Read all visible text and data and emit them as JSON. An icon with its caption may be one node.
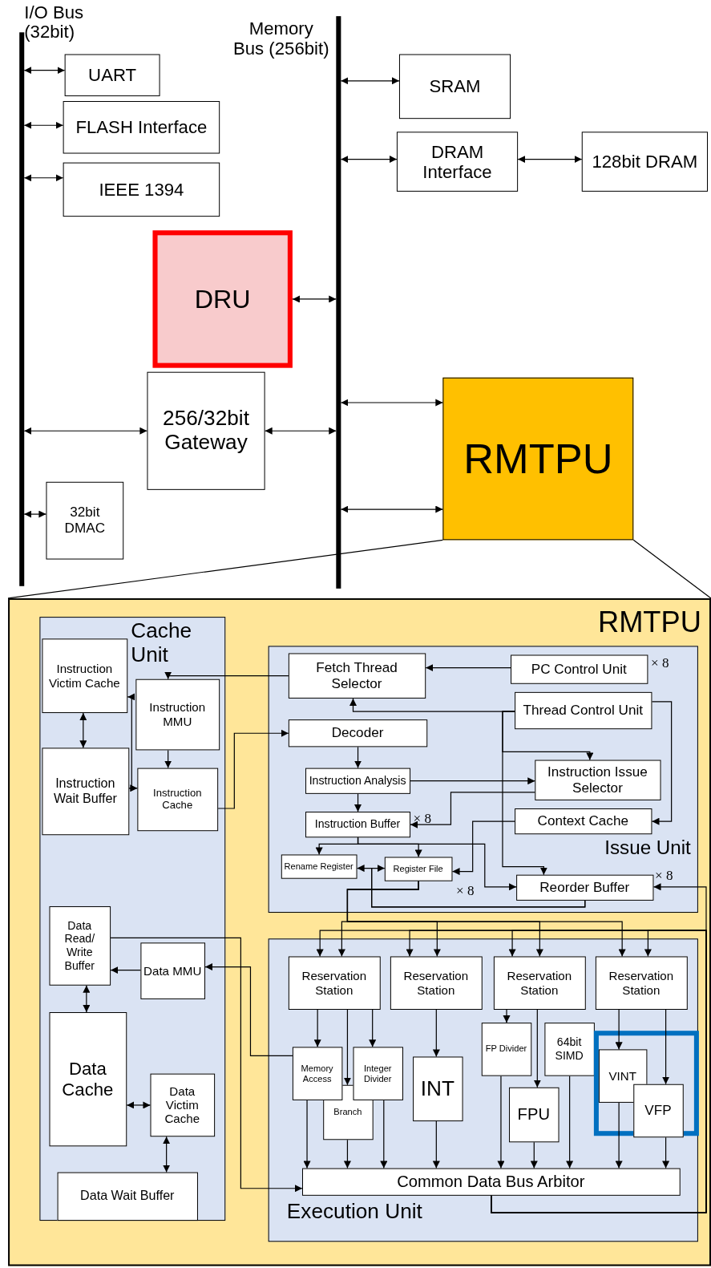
{
  "diagram": {
    "nodes": [
      {
        "text": [
          "I/O Bus (32bit)"
        ]
      },
      {
        "text": [
          "Memory Bus (256bit)"
        ]
      },
      {
        "text": [
          "UART"
        ]
      },
      {
        "text": [
          "FLASH Interface"
        ]
      },
      {
        "text": [
          "IEEE 1394"
        ]
      },
      {
        "text": [
          "DRU"
        ]
      },
      {
        "text": [
          "256/32bit Gateway"
        ]
      },
      {
        "text": [
          "32bit DMAC"
        ]
      },
      {
        "text": [
          "SRAM"
        ]
      },
      {
        "text": [
          "DRAM Interface"
        ]
      },
      {
        "text": [
          "128bit DRAM"
        ]
      },
      {
        "text": [
          "RMTPU"
        ]
      },
      {
        "text": [
          "RMTPU"
        ]
      },
      {
        "text": [
          "Cache Unit"
        ],
        "in": 12
      },
      {
        "text": [
          "Instruction Victim Cache"
        ],
        "in": 13
      },
      {
        "text": [
          "Instruction MMU"
        ],
        "in": 13
      },
      {
        "text": [
          "Instruction Wait Buffer"
        ],
        "in": 13
      },
      {
        "text": [
          "Instruction Cache"
        ],
        "in": 13
      },
      {
        "text": [
          "Data Read/ Write Buffer"
        ],
        "in": 13
      },
      {
        "text": [
          "Data MMU"
        ],
        "in": 13
      },
      {
        "text": [
          "Data Cache"
        ],
        "in": 13
      },
      {
        "text": [
          "Data Victim Cache"
        ],
        "in": 13
      },
      {
        "text": [
          "Data Wait Buffer"
        ],
        "in": 13
      },
      {
        "text": [
          "Issue Unit"
        ],
        "in": 12
      },
      {
        "text": [
          "Fetch Thread Selector"
        ],
        "in": 23
      },
      {
        "text": [
          "PC Control Unit"
        ],
        "beside": [
          "× 8"
        ],
        "in": 23
      },
      {
        "text": [
          "Thread Control Unit"
        ],
        "in": 23
      },
      {
        "text": [
          "Decoder"
        ],
        "in": 23
      },
      {
        "text": [
          "Instruction Analysis"
        ],
        "in": 23
      },
      {
        "text": [
          "Instruction Issue Selector"
        ],
        "in": 23
      },
      {
        "text": [
          "Instruction Buffer"
        ],
        "beside": [
          "× 8"
        ],
        "in": 23
      },
      {
        "text": [
          "Context Cache"
        ],
        "in": 23
      },
      {
        "text": [
          "Rename Register"
        ],
        "in": 23
      },
      {
        "text": [
          "Register File"
        ],
        "beside": [
          "× 8"
        ],
        "in": 23
      },
      {
        "text": [
          "Reorder Buffer"
        ],
        "beside": [
          "× 8"
        ],
        "in": 23
      },
      {
        "text": [
          "Execution Unit"
        ],
        "in": 12
      },
      {
        "text": [
          "Reservation Station"
        ],
        "in": 35
      },
      {
        "text": [
          "Reservation Station"
        ],
        "in": 35
      },
      {
        "text": [
          "Reservation Station"
        ],
        "in": 35
      },
      {
        "text": [
          "Reservation Station"
        ],
        "in": 35
      },
      {
        "text": [
          "Memory Access"
        ],
        "in": 35
      },
      {
        "text": [
          "Integer Divider"
        ],
        "in": 35
      },
      {
        "text": [
          "Branch"
        ],
        "in": 35
      },
      {
        "text": [
          "INT"
        ],
        "in": 35
      },
      {
        "text": [
          "FP Divider"
        ],
        "in": 35
      },
      {
        "text": [
          "64bit SIMD"
        ],
        "in": 35
      },
      {
        "text": [
          "FPU"
        ],
        "in": 35
      },
      {
        "text": [],
        "shape": "box",
        "in": 35
      },
      {
        "text": [
          "VINT"
        ],
        "in": 47
      },
      {
        "text": [
          "VFP"
        ],
        "in": 47
      },
      {
        "text": [
          "Common Data Bus Arbitor"
        ],
        "in": 35
      }
    ],
    "edges": [
      {
        "from": 0,
        "to": 2,
        "arrow": "both"
      },
      {
        "from": 0,
        "to": 3,
        "arrow": "both"
      },
      {
        "from": 0,
        "to": 4,
        "arrow": "both"
      },
      {
        "from": 0,
        "to": 6,
        "arrow": "both"
      },
      {
        "from": 6,
        "to": 1,
        "arrow": "both"
      },
      {
        "from": 0,
        "to": 7,
        "arrow": "both"
      },
      {
        "from": 5,
        "to": 1,
        "arrow": "both"
      },
      {
        "from": 1,
        "to": 8,
        "arrow": "both"
      },
      {
        "from": 1,
        "to": 9,
        "arrow": "both"
      },
      {
        "from": 9,
        "to": 10,
        "arrow": "both"
      },
      {
        "from": 1,
        "to": 11,
        "arrow": "both"
      },
      {
        "from": 1,
        "to": 11,
        "arrow": "both"
      },
      {
        "from": 11,
        "to": 12,
        "arrow": "none"
      },
      {
        "from": 11,
        "to": 12,
        "arrow": "none"
      },
      {
        "from": 24,
        "to": 15,
        "arrow": "to"
      },
      {
        "from": 16,
        "to": 14,
        "arrow": "to"
      },
      {
        "from": 14,
        "to": 16,
        "arrow": "both"
      },
      {
        "from": 15,
        "to": 17,
        "arrow": "to"
      },
      {
        "from": 16,
        "to": 17,
        "arrow": "to"
      },
      {
        "from": 17,
        "to": 27,
        "arrow": "to"
      },
      {
        "from": 19,
        "to": 18,
        "arrow": "to"
      },
      {
        "from": 18,
        "to": 20,
        "arrow": "both"
      },
      {
        "from": 20,
        "to": 21,
        "arrow": "both"
      },
      {
        "from": 21,
        "to": 22,
        "arrow": "both"
      },
      {
        "from": 40,
        "to": 19,
        "arrow": "to"
      },
      {
        "from": 18,
        "to": 50,
        "arrow": "to"
      },
      {
        "from": 25,
        "to": 24,
        "arrow": "to"
      },
      {
        "from": 26,
        "to": 24,
        "arrow": "to"
      },
      {
        "from": 26,
        "to": 29,
        "arrow": "to"
      },
      {
        "from": 26,
        "to": 31,
        "arrow": "to"
      },
      {
        "from": 26,
        "to": 34,
        "arrow": "to"
      },
      {
        "from": 27,
        "to": 28,
        "arrow": "to"
      },
      {
        "from": 28,
        "to": 29,
        "arrow": "to"
      },
      {
        "from": 28,
        "to": 30,
        "arrow": "to"
      },
      {
        "from": 29,
        "to": 30,
        "arrow": "to"
      },
      {
        "from": 30,
        "to": 32,
        "arrow": "to"
      },
      {
        "from": 30,
        "to": 33,
        "arrow": "to"
      },
      {
        "from": 30,
        "to": 34,
        "arrow": "to"
      },
      {
        "from": 31,
        "to": 33,
        "arrow": "to"
      },
      {
        "from": 34,
        "to": 32,
        "arrow": "to"
      },
      {
        "from": 34,
        "to": 33,
        "arrow": "to"
      },
      {
        "from": 33,
        "to": 36,
        "arrow": "to"
      },
      {
        "from": 33,
        "to": 37,
        "arrow": "to"
      },
      {
        "from": 33,
        "to": 38,
        "arrow": "to"
      },
      {
        "from": 33,
        "to": 39,
        "arrow": "to"
      },
      {
        "from": 50,
        "to": 36,
        "arrow": "to"
      },
      {
        "from": 50,
        "to": 37,
        "arrow": "to"
      },
      {
        "from": 50,
        "to": 38,
        "arrow": "to"
      },
      {
        "from": 50,
        "to": 39,
        "arrow": "to"
      },
      {
        "from": 50,
        "to": 34,
        "arrow": "to"
      },
      {
        "from": 36,
        "to": 40,
        "arrow": "to"
      },
      {
        "from": 36,
        "to": 42,
        "arrow": "to"
      },
      {
        "from": 36,
        "to": 41,
        "arrow": "to"
      },
      {
        "from": 37,
        "to": 43,
        "arrow": "to"
      },
      {
        "from": 38,
        "to": 44,
        "arrow": "to"
      },
      {
        "from": 38,
        "to": 46,
        "arrow": "to"
      },
      {
        "from": 39,
        "to": 48,
        "arrow": "to"
      },
      {
        "from": 39,
        "to": 49,
        "arrow": "to"
      },
      {
        "from": 40,
        "to": 50,
        "arrow": "to"
      },
      {
        "from": 42,
        "to": 50,
        "arrow": "to"
      },
      {
        "from": 41,
        "to": 50,
        "arrow": "to"
      },
      {
        "from": 43,
        "to": 50,
        "arrow": "to"
      },
      {
        "from": 44,
        "to": 50,
        "arrow": "to"
      },
      {
        "from": 46,
        "to": 50,
        "arrow": "to"
      },
      {
        "from": 45,
        "to": 50,
        "arrow": "to"
      },
      {
        "from": 48,
        "to": 50,
        "arrow": "to"
      },
      {
        "from": 49,
        "to": 50,
        "arrow": "to"
      }
    ]
  }
}
